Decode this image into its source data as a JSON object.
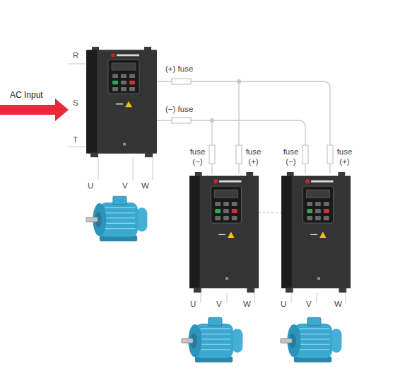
{
  "diagram": {
    "labels": [
      "AC Input",
      "R",
      "S",
      "T",
      "(+) fuse",
      "(−) fuse",
      "fuse (−)",
      "fuse (+)",
      "fuse (−)",
      "fuse (+)",
      "U",
      "V",
      "W",
      "U",
      "V",
      "W",
      "U",
      "V",
      "W"
    ]
  }
}
